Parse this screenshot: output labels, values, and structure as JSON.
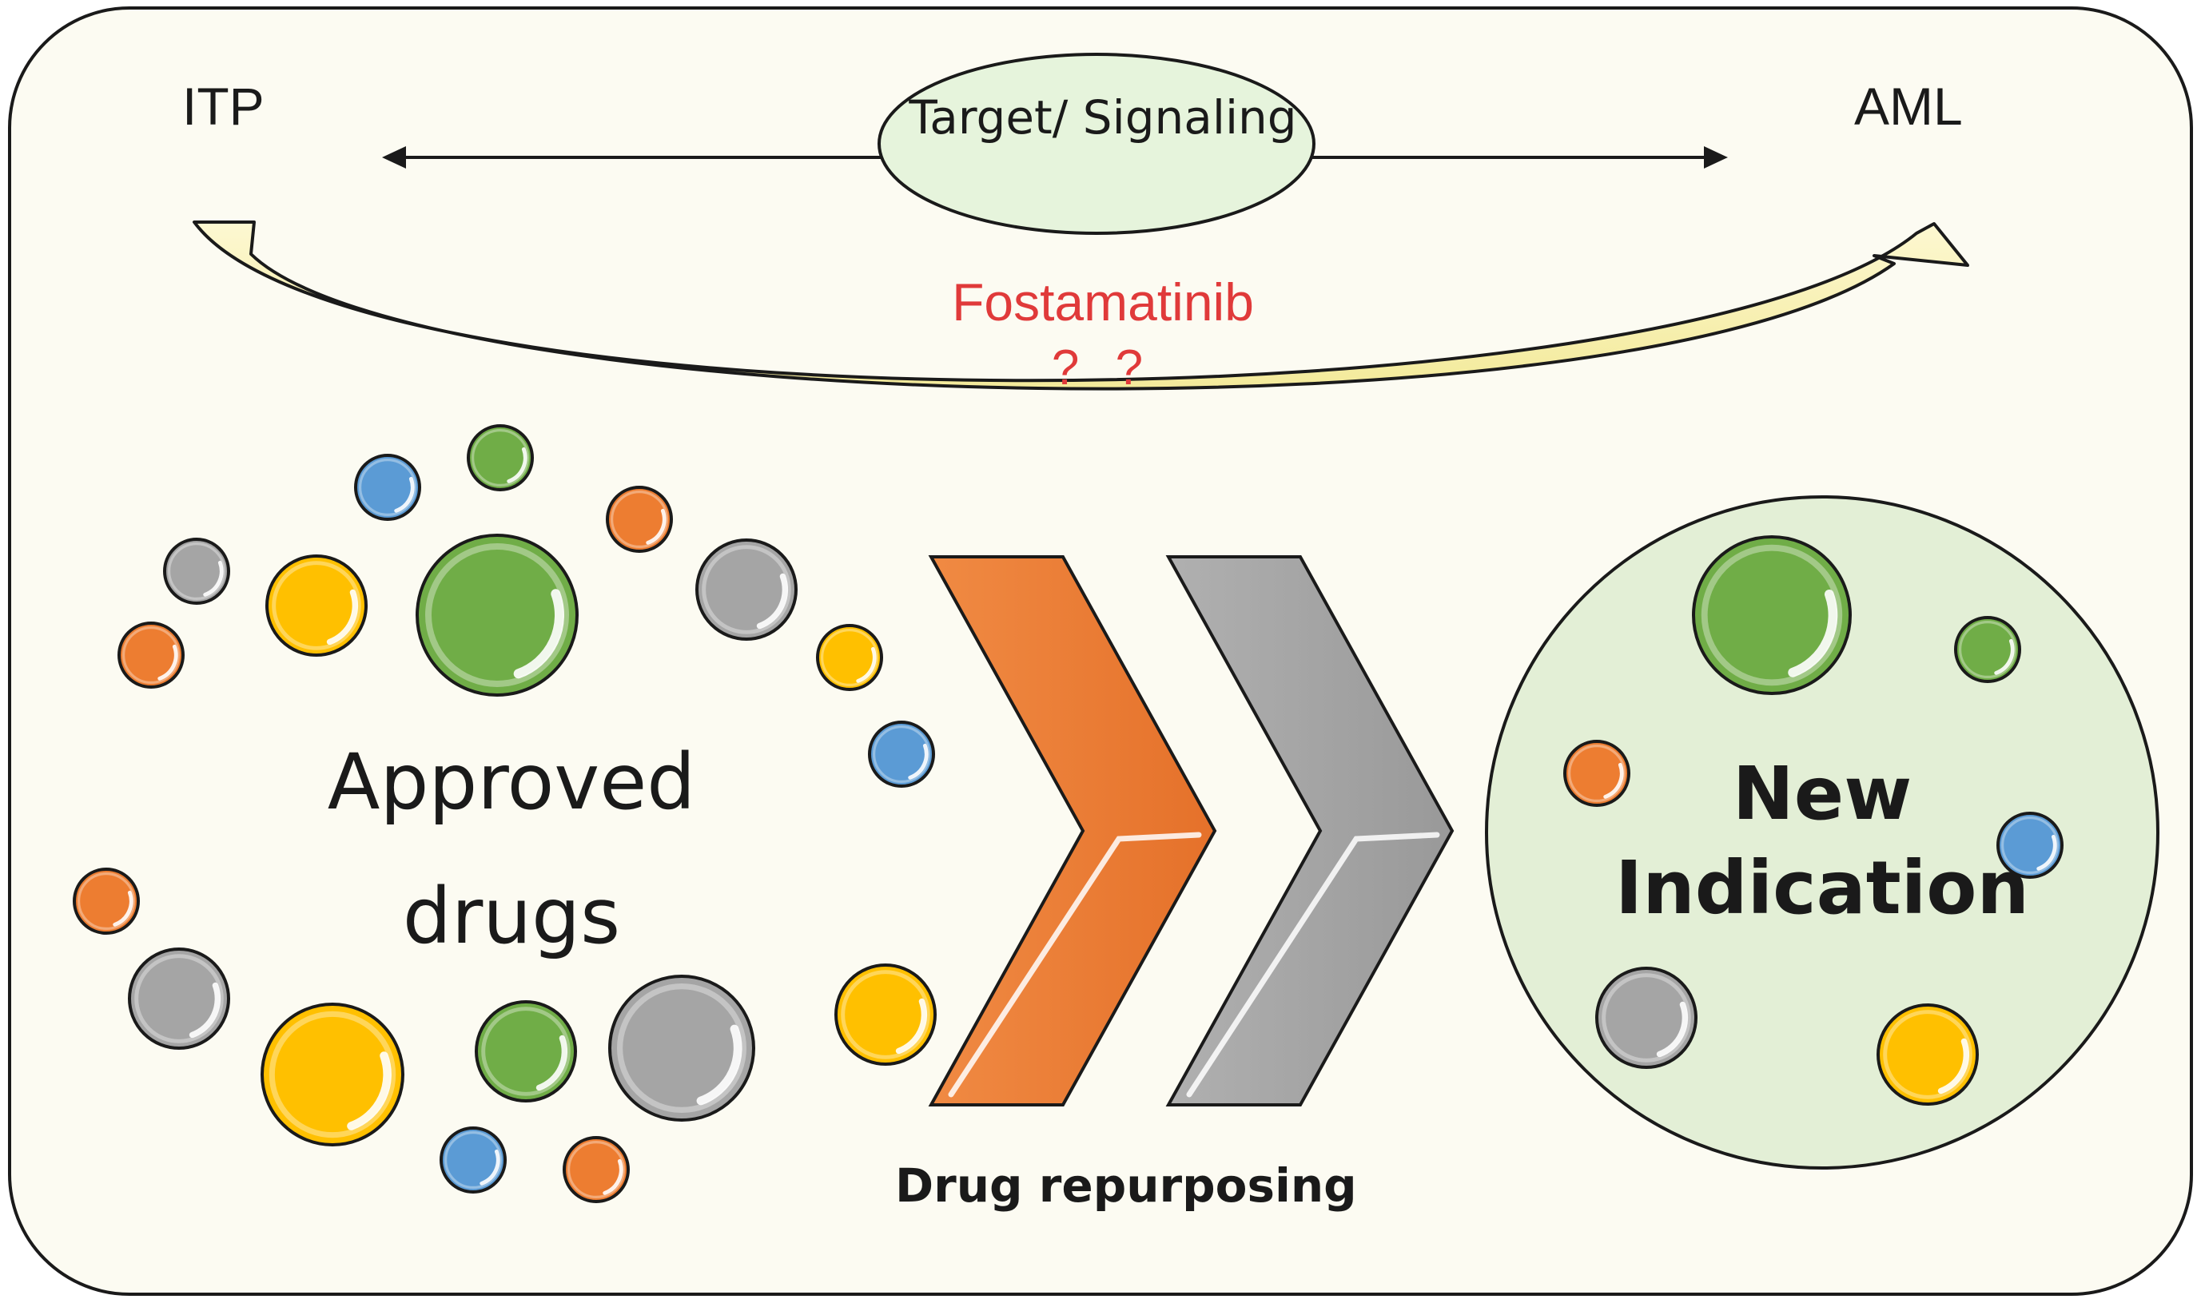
{
  "diagram": {
    "left_disease": "ITP",
    "right_disease": "AML",
    "center_node": "Target/ Signaling",
    "drug_name": "Fostamatinib",
    "question_marks": "? ?",
    "source_label": "Approved drugs",
    "target_label": "New Indication",
    "process_label": "Drug repurposing"
  },
  "colors": {
    "frame_fill": "#fcfbf2",
    "frame_stroke": "#1a1a1a",
    "center_node_fill": "#e6f4dc",
    "curved_arrow_fill": "#faf4c2",
    "drug_name_color": "#e03a3a",
    "chevron_orange": "#ed7d31",
    "chevron_gray": "#a5a5a5",
    "indication_circle_fill": "#e3efd6",
    "bubble_green": "#70ad47",
    "bubble_orange": "#ed7d31",
    "bubble_gray": "#a5a5a5",
    "bubble_yellow": "#ffc000",
    "bubble_blue": "#5b9bd5"
  }
}
